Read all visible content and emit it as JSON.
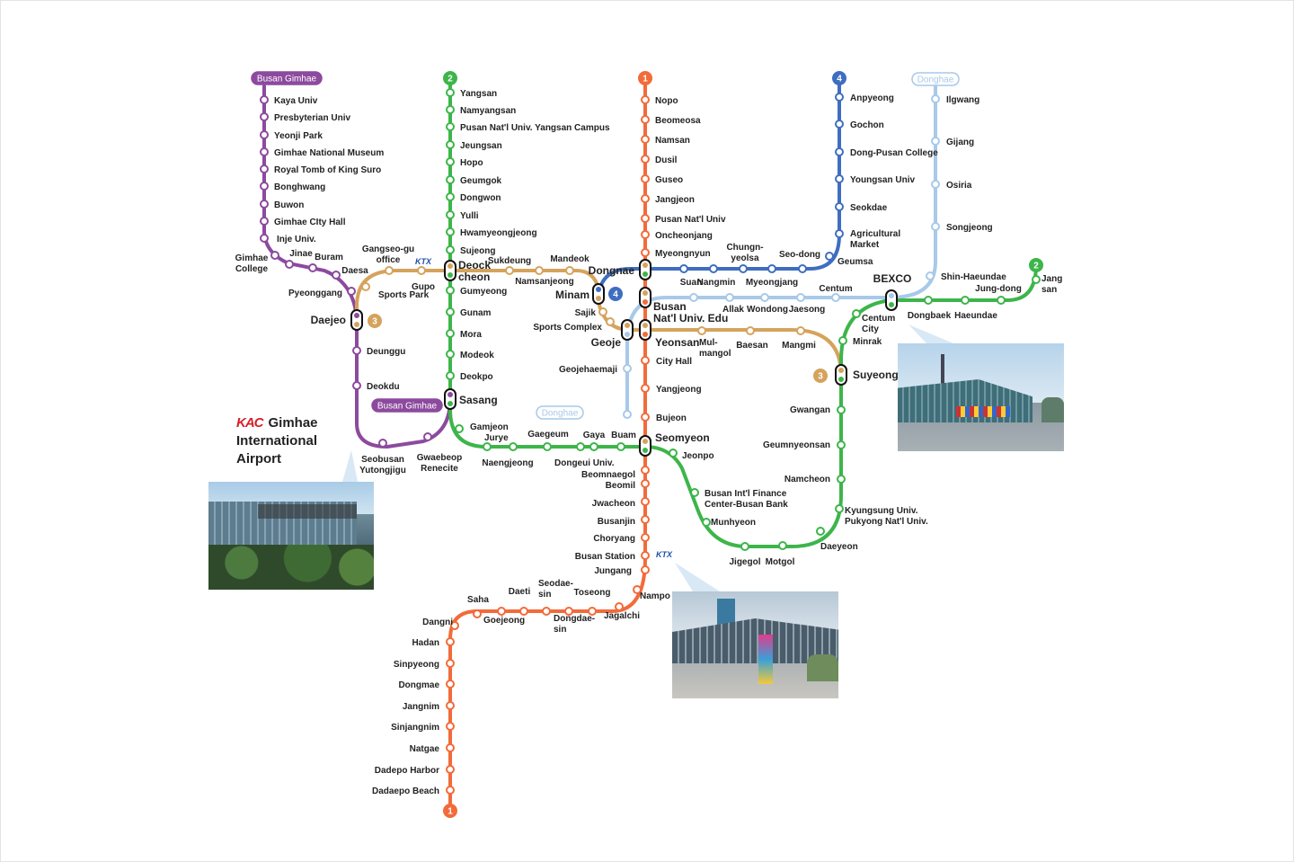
{
  "colors": {
    "line1": "#f26b3a",
    "line2": "#3db54a",
    "line3": "#d5a35c",
    "line4": "#3f6ec0",
    "donghae": "#a8c9e9",
    "bgl": "#8c4a9e"
  },
  "badges": {
    "line1": "1",
    "line2": "2",
    "line3": "3",
    "line4": "4"
  },
  "pills": {
    "bgl": "Busan Gimhae",
    "donghae": "Donghae"
  },
  "ktx": "KTX",
  "airport": {
    "logo": "KAC",
    "name": "Gimhae\nInternational\nAirport"
  },
  "photos": [
    "airport-photo",
    "bexco-photo",
    "busan-station-photo"
  ],
  "lines": {
    "line1": [
      "Nopo",
      "Beomeosa",
      "Namsan",
      "Dusil",
      "Guseo",
      "Jangjeon",
      "Pusan Nat'l Univ",
      "Oncheonjang",
      "Myeongnyun",
      "Dongnae",
      "Busan\nNat'l Univ. Edu",
      "Yeonsan",
      "City Hall",
      "Yangjeong",
      "Bujeon",
      "Seomyeon",
      "Beomnaegol",
      "Beomil",
      "Jwacheon",
      "Busanjin",
      "Choryang",
      "Busan Station",
      "Jungang",
      "Nampo",
      "Jagalchi",
      "Toseong",
      "Dongdae-\nsin",
      "Seodae-\nsin",
      "Daeti",
      "Goejeong",
      "Saha",
      "Dangni",
      "Hadan",
      "Sinpyeong",
      "Dongmae",
      "Jangnim",
      "Sinjangnim",
      "Natgae",
      "Dadepo Harbor",
      "Dadaepo Beach"
    ],
    "line2": [
      "Yangsan",
      "Namyangsan",
      "Pusan Nat'l Univ. Yangsan Campus",
      "Jeungsan",
      "Hopo",
      "Geumgok",
      "Dongwon",
      "Yulli",
      "Hwamyeongjeong",
      "Sujeong",
      "Deock\ncheon",
      "Gumyeong",
      "Gunam",
      "Mora",
      "Modeok",
      "Deokpo",
      "Sasang",
      "Gamjeon",
      "Jurye",
      "Naengjeong",
      "Gaegeum",
      "Dongeui Univ.",
      "Gaya",
      "Buam",
      "Jeonpo",
      "Busan Int'l Finance\nCenter-Busan Bank",
      "Munhyeon",
      "Jigegol",
      "Motgol",
      "Daeyeon",
      "Kyungsung Univ.\nPukyong Nat'l Univ.",
      "Namcheon",
      "Geumnyeonsan",
      "Gwangan",
      "Suyeong",
      "Minrak",
      "Centum\nCity",
      "BEXCO",
      "Dongbaek",
      "Haeundae",
      "Jung-dong",
      "Jang\nsan"
    ],
    "line3": [
      "Sports Park",
      "Gangseo-gu\noffice",
      "Gupo",
      "Sukdeung",
      "Namsanjeong",
      "Mandeok",
      "Minam",
      "Sajik",
      "Sports Complex",
      "Geoje",
      "Mul-\nmangol",
      "Baesan",
      "Mangmi",
      "Daejeo"
    ],
    "line4": [
      "Suan",
      "Nangmin",
      "Chungn-\nyeolsa",
      "Myeongjang",
      "Seo-dong",
      "Geumsa",
      "Agricultural\nMarket",
      "Seokdae",
      "Youngsan Univ",
      "Dong-Pusan College",
      "Gochon",
      "Anpyeong"
    ],
    "donghae": [
      "Geojehaemaji",
      "Allak",
      "Wondong",
      "Jaesong",
      "Centum",
      "Shin-Haeundae",
      "Songjeong",
      "Osiria",
      "Gijang",
      "Ilgwang"
    ],
    "bgl": [
      "Kaya Univ",
      "Presbyterian Univ",
      "Yeonji Park",
      "Gimhae National Museum",
      "Royal Tomb of King Suro",
      "Bonghwang",
      "Buwon",
      "Gimhae CIty Hall",
      "Inje Univ.",
      "Gimhae\nCollege",
      "Jinae",
      "Buram",
      "Daesa",
      "Pyeonggang",
      "Deunggu",
      "Deokdu",
      "Seobusan\nYutongjigu",
      "Gwaebeop\nRenecite"
    ]
  }
}
